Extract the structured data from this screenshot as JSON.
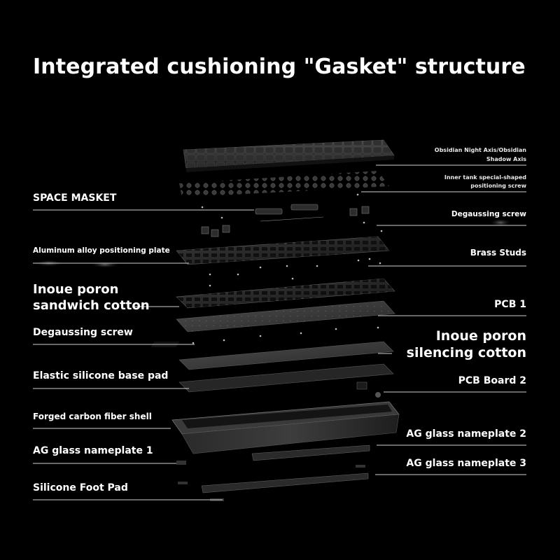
{
  "title": "Integrated cushioning \"Gasket\" structure",
  "left_labels": {
    "space_masket": "SPACE MASKET",
    "aluminum_plate": "Aluminum alloy positioning plate",
    "inoue_sandwich_1": "Inoue poron",
    "inoue_sandwich_2": "sandwich cotton",
    "degaussing_screw": "Degaussing screw",
    "silicone_base_pad": "Elastic silicone base pad",
    "carbon_shell": "Forged carbon fiber shell",
    "nameplate_1": "AG glass nameplate 1",
    "foot_pad": "Silicone Foot Pad"
  },
  "right_labels": {
    "obsidian_axis_1": "Obsidian Night Axis/Obsidian",
    "obsidian_axis_2": "Shadow Axis",
    "inner_tank_1": "Inner tank special-shaped",
    "inner_tank_2": "positioning screw",
    "degaussing_screw": "Degaussing screw",
    "brass_studs": "Brass Studs",
    "pcb_1": "PCB 1",
    "inoue_silencing_1": "Inoue poron",
    "inoue_silencing_2": "silencing cotton",
    "pcb_board_2": "PCB Board 2",
    "nameplate_2": "AG glass nameplate 2",
    "nameplate_3": "AG glass nameplate 3"
  }
}
